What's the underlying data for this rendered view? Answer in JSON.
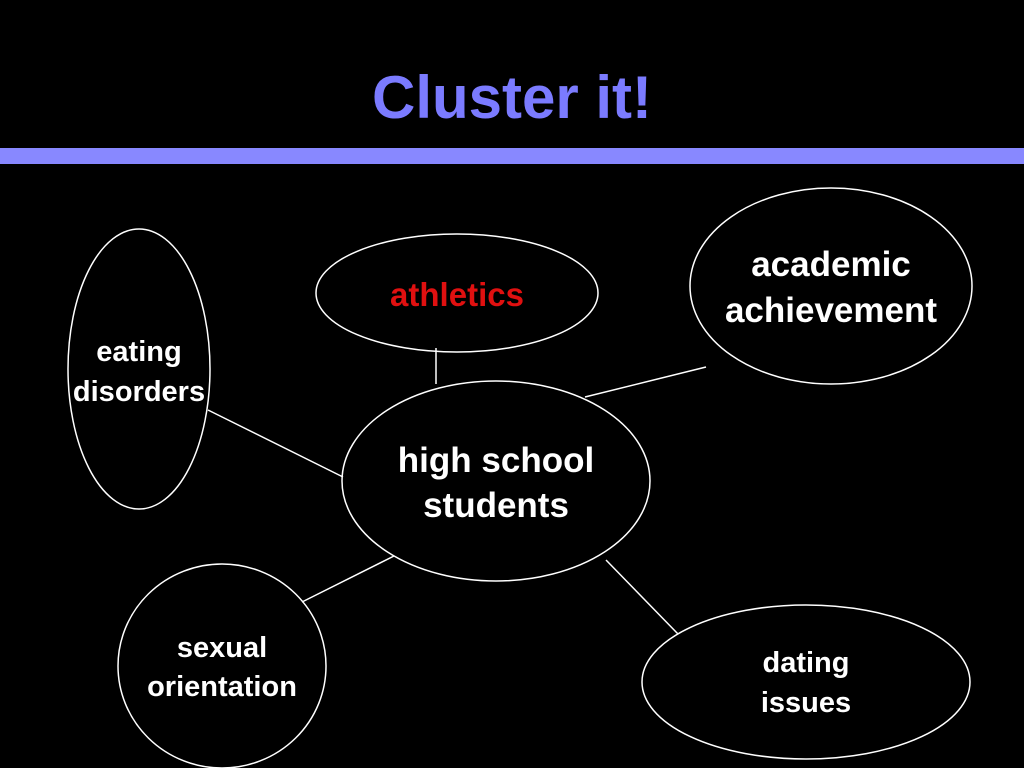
{
  "slide": {
    "title": "Cluster it!",
    "colors": {
      "background": "#000000",
      "title": "#7b7bff",
      "rule": "#8888ff",
      "node_text": "#ffffff",
      "highlight_text": "#e01010",
      "stroke": "#ffffff"
    }
  },
  "diagram": {
    "center": {
      "line1": "high school",
      "line2": "students"
    },
    "nodes": {
      "eating": {
        "line1": "eating",
        "line2": "disorders"
      },
      "athletics": {
        "line1": "athletics"
      },
      "academic": {
        "line1": "academic",
        "line2": "achievement"
      },
      "sexual": {
        "line1": "sexual",
        "line2": "orientation"
      },
      "dating": {
        "line1": "dating",
        "line2": "issues"
      }
    }
  }
}
